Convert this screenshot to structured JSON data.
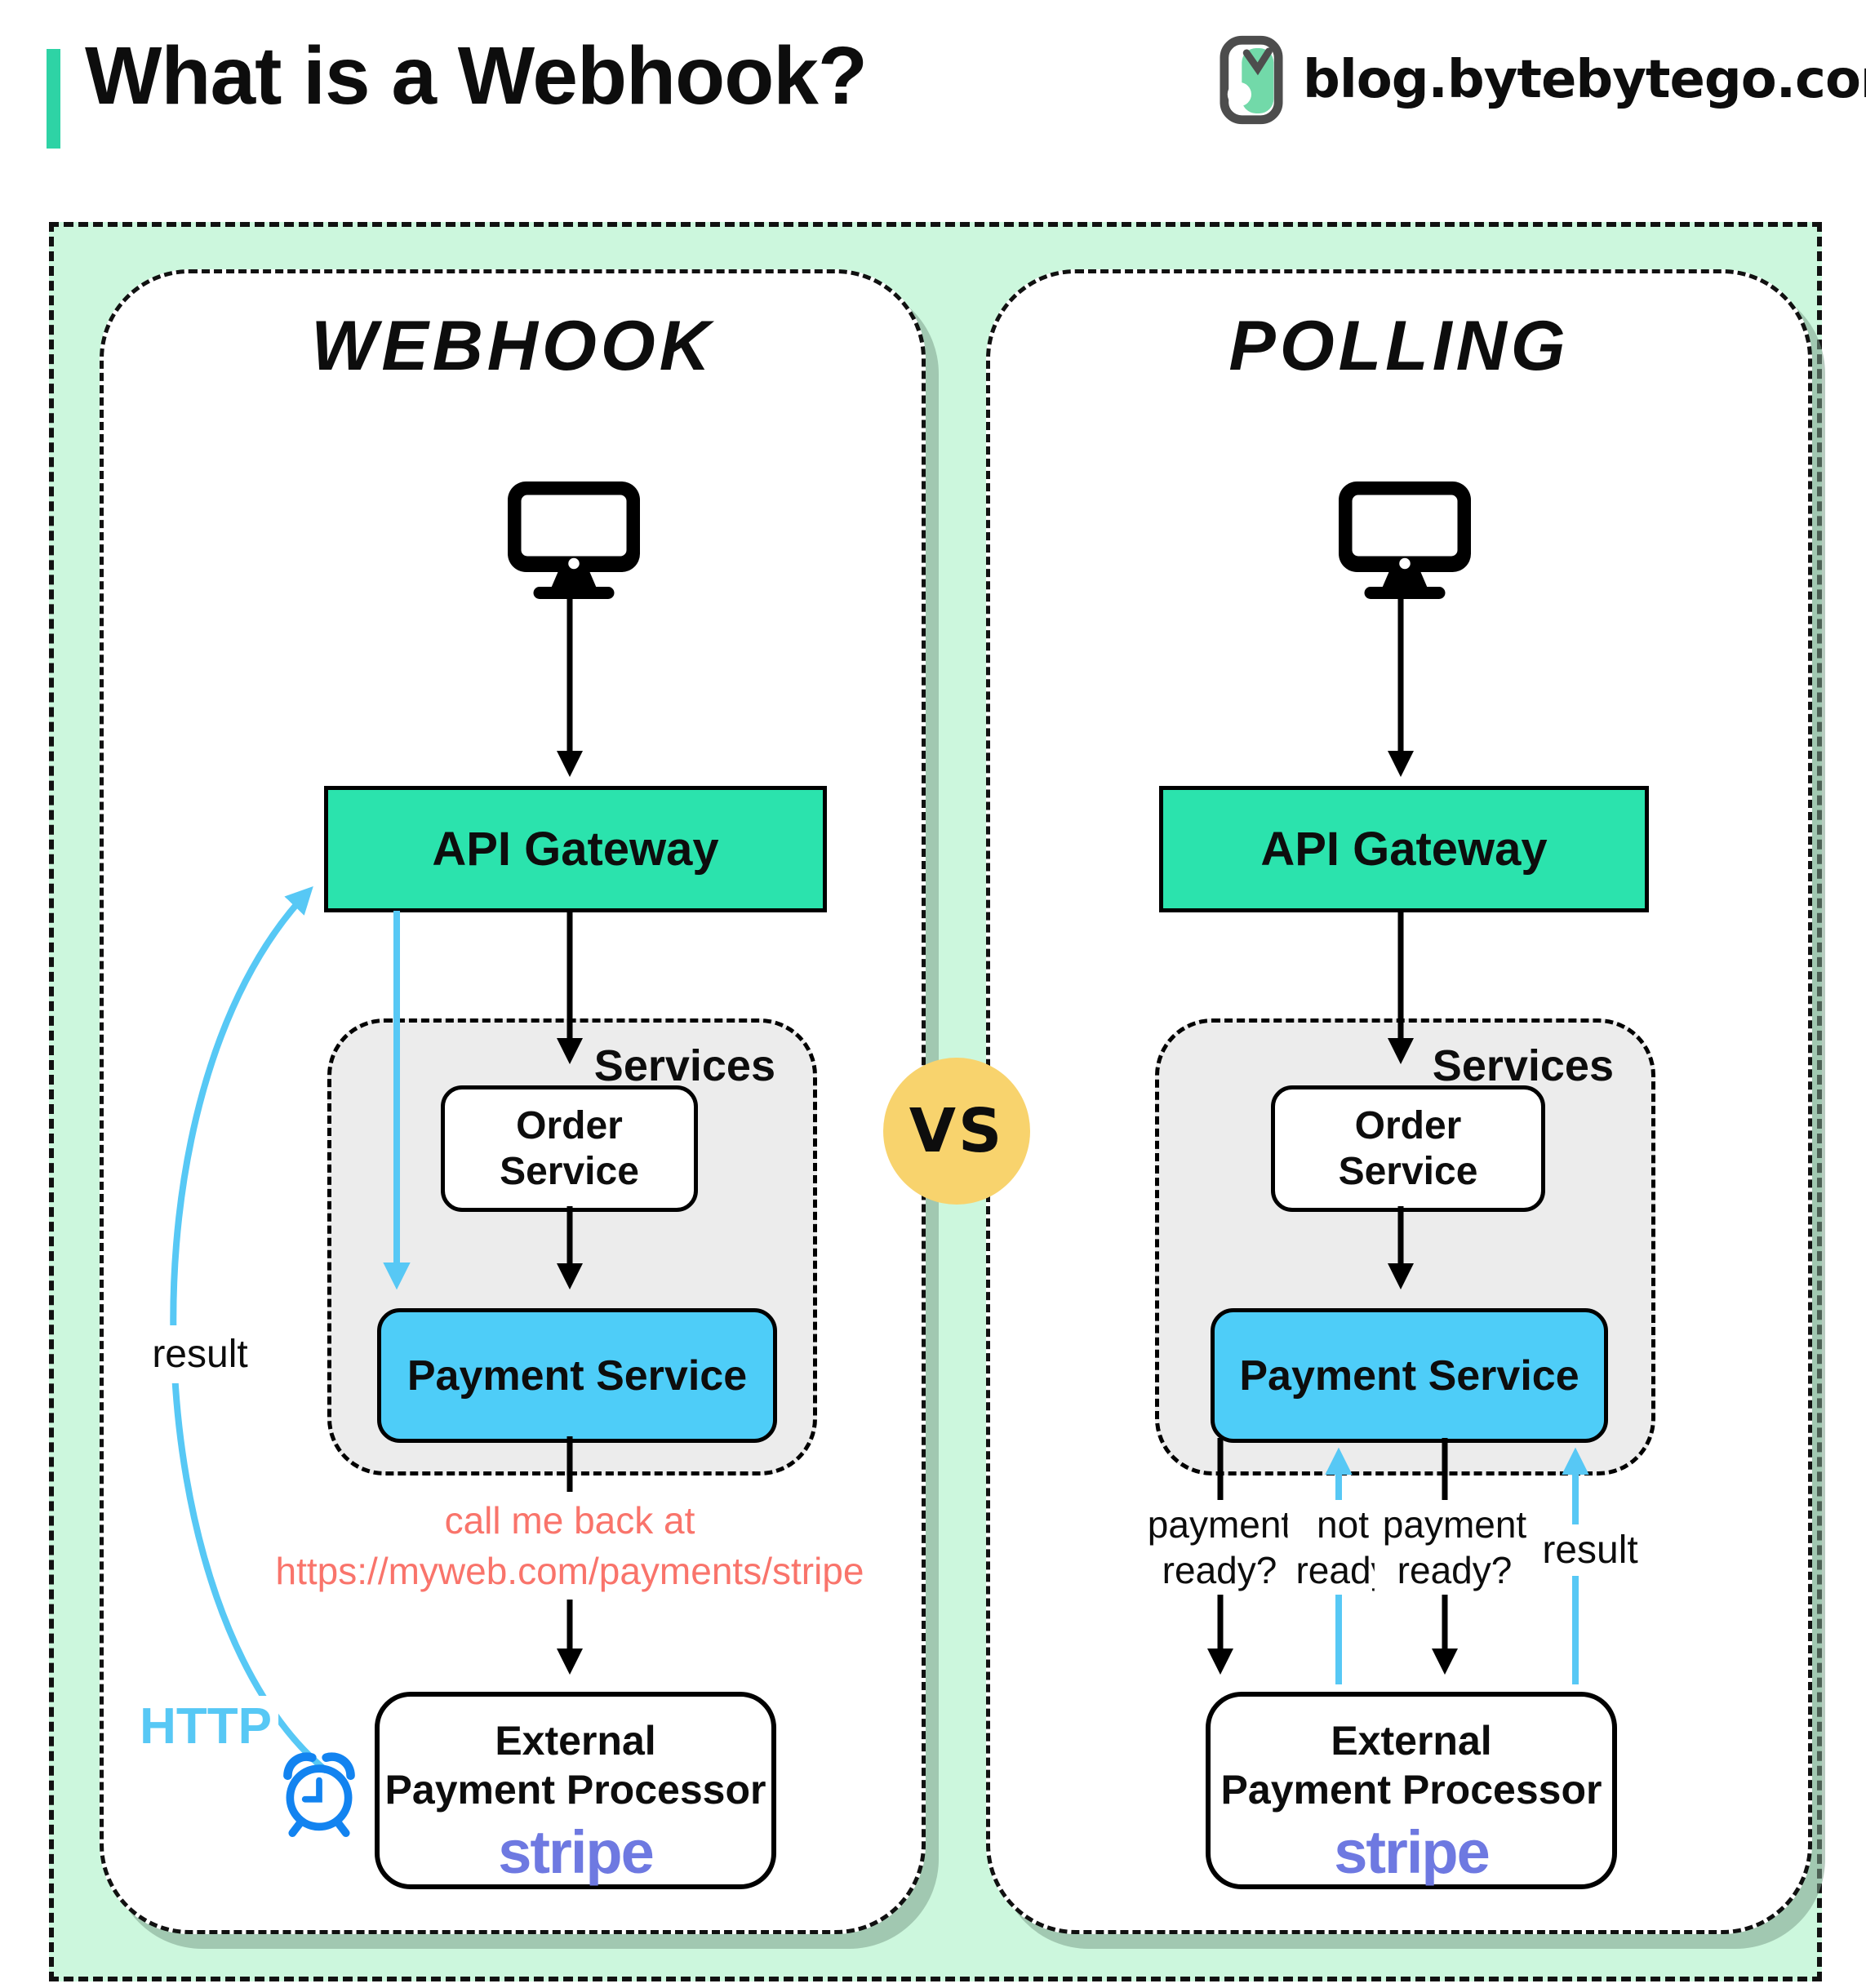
{
  "header": {
    "title": "What is a Webhook?",
    "logo_text": "blog.bytebytego.com"
  },
  "vs_badge": {
    "label": "VS"
  },
  "webhook_panel": {
    "title": "Webhook",
    "api_gateway_label": "API Gateway",
    "services_label": "Services",
    "order_service_label": "Order Service",
    "payment_service_label": "Payment Service",
    "callback_note_line1": "call me back at",
    "callback_note_line2": "https://myweb.com/payments/stripe",
    "result_label": "result",
    "http_label": "HTTP",
    "external_processor_line1": "External",
    "external_processor_line2": "Payment Processor",
    "stripe_logo_text": "stripe"
  },
  "polling_panel": {
    "title": "Polling",
    "api_gateway_label": "API Gateway",
    "services_label": "Services",
    "order_service_label": "Order Service",
    "payment_service_label": "Payment Service",
    "request1_line1": "payment",
    "request1_line2": "ready?",
    "response1_line1": "not",
    "response1_line2": "ready",
    "request2_line1": "payment",
    "request2_line2": "ready?",
    "result_label": "result",
    "external_processor_line1": "External",
    "external_processor_line2": "Payment Processor",
    "stripe_logo_text": "stripe"
  },
  "colors": {
    "background_mint": "#ccf7dd",
    "accent_teal": "#2ed3a5",
    "api_gateway_green": "#2be3ad",
    "payment_service_blue": "#4ecdf8",
    "arrow_blue": "#57c8f5",
    "clock_blue": "#1283f0",
    "callback_salmon": "#f9746b",
    "stripe_purple": "#6e79e1",
    "vs_yellow": "#f8d36d",
    "services_gray": "#ececec"
  }
}
